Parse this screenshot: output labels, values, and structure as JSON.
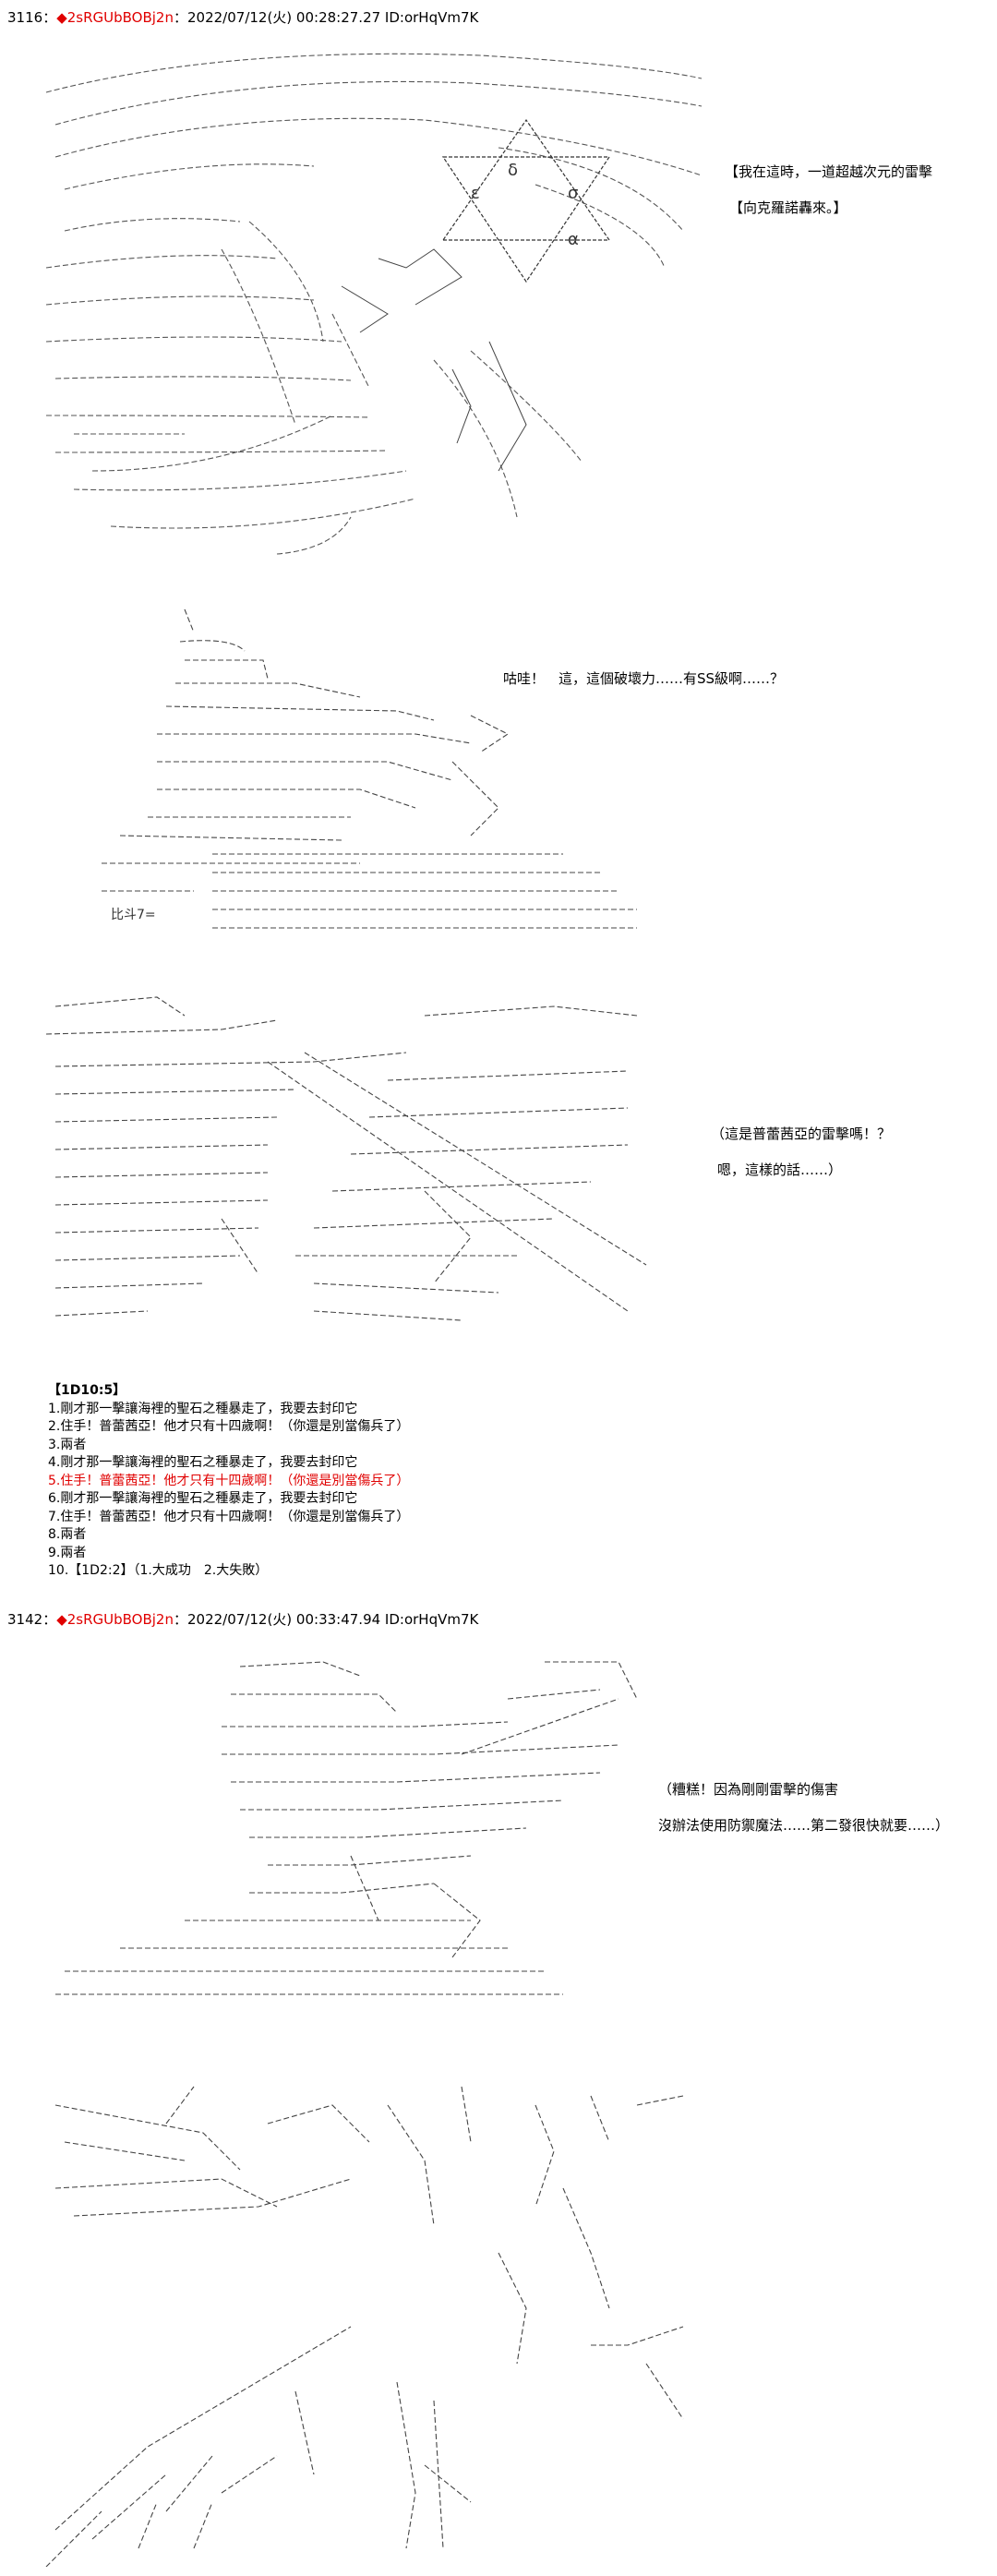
{
  "posts": [
    {
      "number": "3116",
      "separator": "：",
      "name": "◆2sRGUbBOBj2n",
      "meta": "：2022/07/12(火) 00:28:27.27 ID:orHqVm7K"
    },
    {
      "number": "3142",
      "separator": "：",
      "name": "◆2sRGUbBOBj2n",
      "meta": "：2022/07/12(火) 00:33:47.94 ID:orHqVm7K"
    }
  ],
  "dialogue": {
    "p1_line1": "【我在這時，一道超越次元的雷擊",
    "p1_line2": "【向克羅諾轟來。】",
    "p2_line1": "咕哇！　這，這個破壞力……有SS級啊……？",
    "p3_line1": "（這是普蕾茜亞的雷擊嗎！？",
    "p3_line2": "嗯，這樣的話……）",
    "p4_line1": "（糟糕！因為剛剛雷擊的傷害",
    "p4_line2": "沒辦法使用防禦魔法……第二發很快就要……）"
  },
  "art_labels": {
    "hokuto": "比斗7="
  },
  "poll": {
    "title": "【1D10:5】",
    "items": [
      "1.剛才那一擊讓海裡的聖石之種暴走了，我要去封印它",
      "2.住手！普蕾茜亞！他才只有十四歲啊！（你還是別當傷兵了）",
      "3.兩者",
      "4.剛才那一擊讓海裡的聖石之種暴走了，我要去封印它",
      "5.住手！普蕾茜亞！他才只有十四歲啊！（你還是別當傷兵了）",
      "6.剛才那一擊讓海裡的聖石之種暴走了，我要去封印它",
      "7.住手！普蕾茜亞！他才只有十四歲啊！（你還是別當傷兵了）",
      "8.兩者",
      "9.兩者",
      "10.【1D2:2】（1.大成功　2.大失敗）"
    ],
    "highlight_index": 4,
    "highlight_color": "#e00000"
  }
}
